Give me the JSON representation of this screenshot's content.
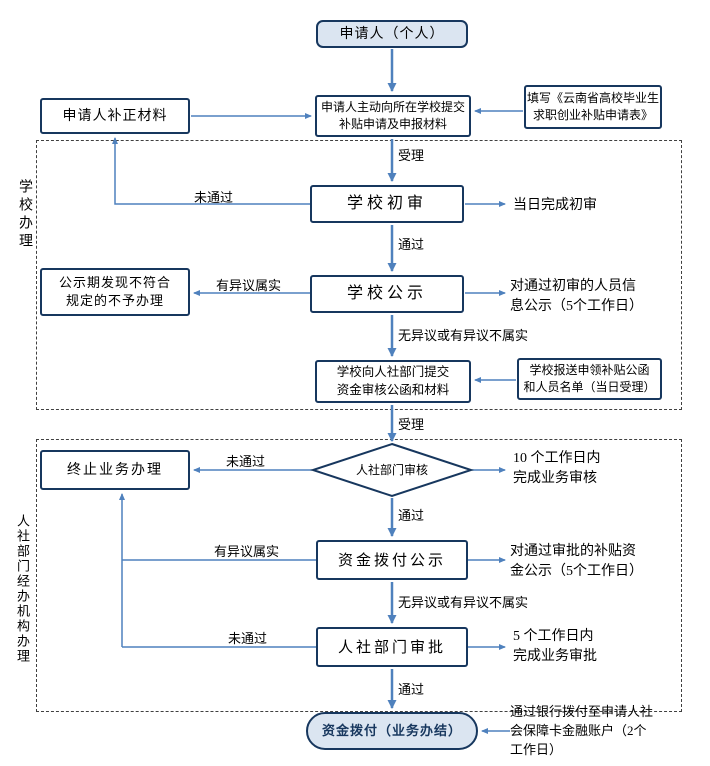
{
  "colors": {
    "border": "#17375E",
    "arrow": "#4F81BD",
    "light_fill": "#DBE5F1",
    "dashed_border": "#404040"
  },
  "groups": {
    "school": "学校办理",
    "hr": "人社部门经办机构办理"
  },
  "nodes": {
    "applicant": "申请人（个人）",
    "submit": "申请人主动向所在学校提交\n补贴申请及申报材料",
    "correction": "申请人补正材料",
    "fill_form": "填写《云南省高校毕业生\n求职创业补贴申请表》",
    "school_review": "学校初审",
    "school_publicity": "学校公示",
    "no_handle": "公示期发现不符合\n规定的不予办理",
    "submit_funds": "学校向人社部门提交\n资金审核公函和材料",
    "school_report": "学校报送申领补贴公函\n和人员名单（当日受理）",
    "hr_review": "人社部门审核",
    "terminate": "终止业务办理",
    "fund_publicity": "资金拨付公示",
    "hr_approval": "人社部门审批",
    "fund_transfer": "资金拨付（业务办结）"
  },
  "edge_labels": {
    "accept1": "受理",
    "not_pass1": "未通过",
    "pass1": "通过",
    "objection1": "有异议属实",
    "no_objection1": "无异议或有异议不属实",
    "accept2": "受理",
    "not_pass2": "未通过",
    "pass2": "通过",
    "objection2": "有异议属实",
    "no_objection2": "无异议或有异议不属实",
    "not_pass3": "未通过",
    "pass3": "通过"
  },
  "notes": {
    "review_time": "当日完成初审",
    "publicity_info": "对通过初审的人员信\n息公示（5个工作日）",
    "hr_review_time": "10 个工作日内\n完成业务审核",
    "fund_publicity_info": "对通过审批的补贴资\n金公示（5个工作日）",
    "hr_approval_time": "5 个工作日内\n完成业务审批",
    "transfer_info": "通过银行拨付至申请人社\n会保障卡金融账户（2个\n工作日）"
  }
}
